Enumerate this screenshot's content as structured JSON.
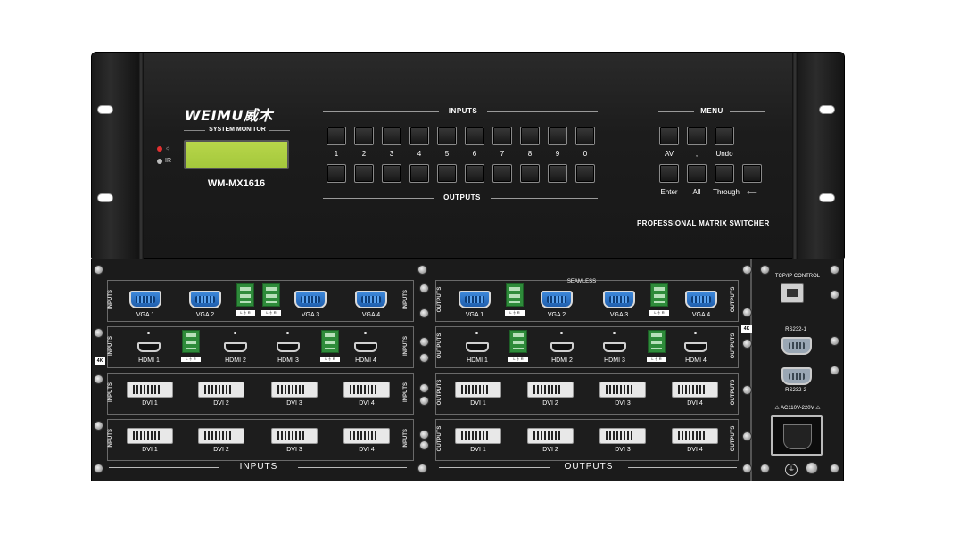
{
  "front": {
    "brand": "WEIMU威木",
    "system_monitor": "SYSTEM MONITOR",
    "model": "WM-MX1616",
    "indicator_labels": [
      "☼",
      "IR"
    ],
    "inputs_title": "INPUTS",
    "outputs_title": "OUTPUTS",
    "menu_title": "MENU",
    "number_keys": [
      "1",
      "2",
      "3",
      "4",
      "5",
      "6",
      "7",
      "8",
      "9",
      "0"
    ],
    "menu_row1": [
      "AV",
      ",",
      "Undo"
    ],
    "menu_row2": [
      "Enter",
      "All",
      "Through",
      "⟵"
    ],
    "product_name": "PROFESSIONAL MATRIX SWITCHER"
  },
  "rear": {
    "inputs_label": "INPUTS",
    "outputs_label": "OUTPUTS",
    "seamless": "SEAMLESS",
    "tag_4k": "4K",
    "term_label": "L ⏚ R",
    "vga_ports": [
      "VGA 1",
      "VGA 2",
      "VGA 3",
      "VGA 4"
    ],
    "hdmi_ports": [
      "HDMI 1",
      "HDMI 2",
      "HDMI 3",
      "HDMI 4"
    ],
    "dvi_ports": [
      "DVI 1",
      "DVI 2",
      "DVI 3",
      "DVI 4"
    ],
    "tcp_control": "TCP/IP CONTROL",
    "rs232_1": "RS232-1",
    "rs232_2": "RS232-2",
    "power_rating": "⚠ AC110V-220V ⚠",
    "bottom_inputs": "INPUTS",
    "bottom_outputs": "OUTPUTS"
  }
}
